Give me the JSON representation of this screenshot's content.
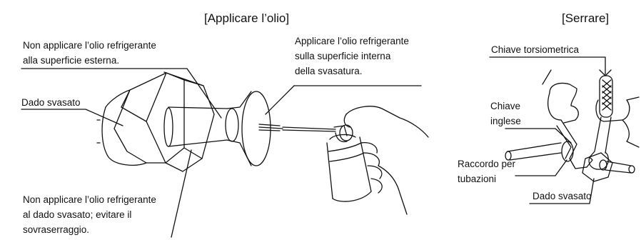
{
  "headers": {
    "apply_oil": "[Applicare l’olio]",
    "tighten": "[Serrare]"
  },
  "labels": {
    "no_oil_outer_1": "Non applicare l’olio refrigerante",
    "no_oil_outer_2": "alla superficie esterna.",
    "apply_inner_1": "Applicare l’olio refrigerante",
    "apply_inner_2": "sulla superficie interna",
    "apply_inner_3": "della svasatura.",
    "flare_nut_left": "Dado svasato",
    "no_oil_nut_1": "Non applicare l’olio refrigerante",
    "no_oil_nut_2": "al dado svasato; evitare il",
    "no_oil_nut_3": "sovraserraggio.",
    "torque_wrench": "Chiave torsiometrica",
    "spanner_1": "Chiave",
    "spanner_2": "inglese",
    "pipe_union_1": "Raccordo per",
    "pipe_union_2": "tubazioni",
    "flare_nut_right": "Dado svasato"
  }
}
